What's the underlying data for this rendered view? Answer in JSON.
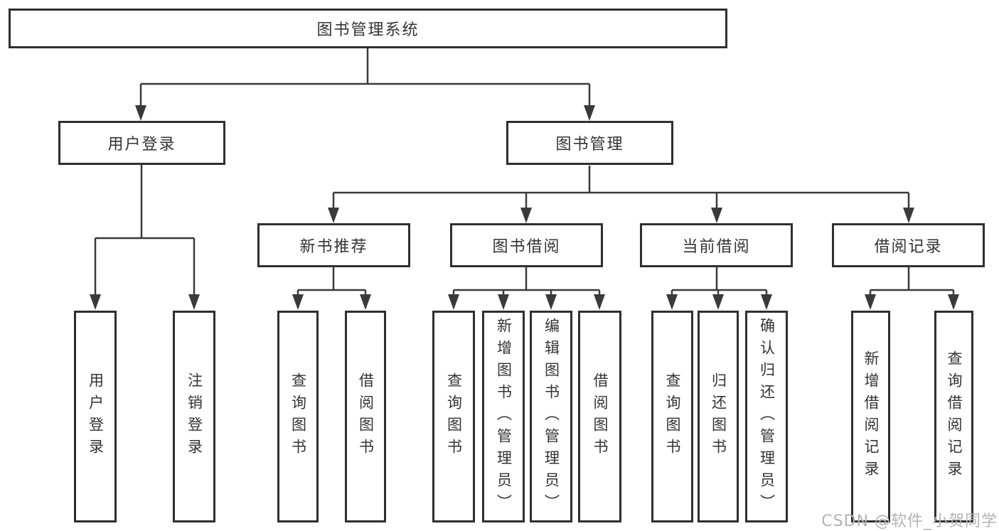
{
  "diagram_title": "图书管理系统",
  "tree": {
    "root": {
      "label": "图书管理系统",
      "children": [
        {
          "label": "用户登录",
          "children": [
            {
              "label": "用户登录"
            },
            {
              "label": "注销登录"
            }
          ]
        },
        {
          "label": "图书管理",
          "children": [
            {
              "label": "新书推荐",
              "children": [
                {
                  "label": "查询图书"
                },
                {
                  "label": "借阅图书"
                }
              ]
            },
            {
              "label": "图书借阅",
              "children": [
                {
                  "label": "查询图书"
                },
                {
                  "label": "新增图书（管理员）"
                },
                {
                  "label": "编辑图书（管理员）"
                },
                {
                  "label": "借阅图书"
                }
              ]
            },
            {
              "label": "当前借阅",
              "children": [
                {
                  "label": "查询图书"
                },
                {
                  "label": "归还图书"
                },
                {
                  "label": "确认归还（管理员）"
                }
              ]
            },
            {
              "label": "借阅记录",
              "children": [
                {
                  "label": "新增借阅记录"
                },
                {
                  "label": "查询借阅记录"
                }
              ]
            }
          ]
        }
      ]
    }
  },
  "watermark": {
    "text": "CSDN @软件_小贺同学"
  },
  "colors": {
    "line": "#3a3a3a",
    "box_border": "#2f2f2f",
    "box_fill": "#ffffff",
    "text": "#333333",
    "watermark": "#b3b3b3",
    "background": "#ffffff"
  }
}
